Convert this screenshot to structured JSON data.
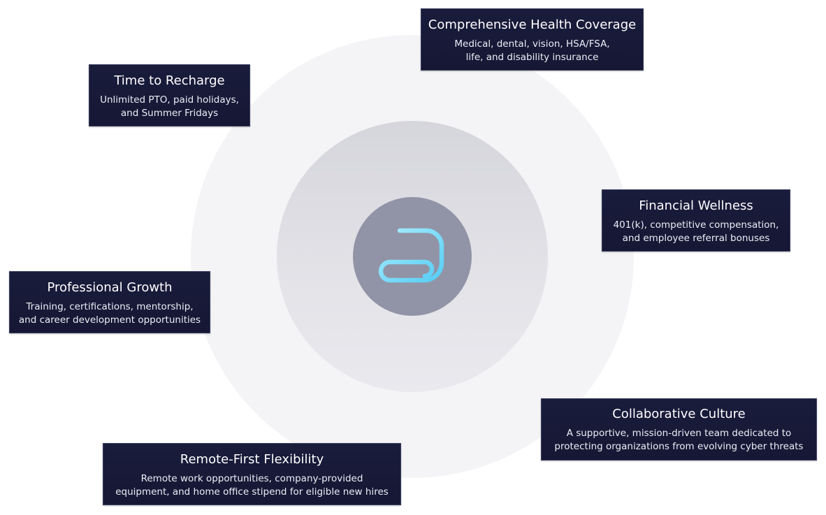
{
  "brand": {
    "logo_icon": "s-letter-logo-icon",
    "accent_color": "#6fd8f7",
    "card_color": "#171936"
  },
  "benefits": [
    {
      "title": "Comprehensive Health Coverage",
      "description_lines": [
        "Medical, dental, vision, HSA/FSA,",
        "life, and disability insurance"
      ]
    },
    {
      "title": "Time to Recharge",
      "description_lines": [
        "Unlimited PTO, paid holidays,",
        "and Summer Fridays"
      ]
    },
    {
      "title": "Financial Wellness",
      "description_lines": [
        "401(k), competitive compensation,",
        "and employee referral bonuses"
      ]
    },
    {
      "title": "Professional Growth",
      "description_lines": [
        "Training, certifications, mentorship,",
        "and career development opportunities"
      ]
    },
    {
      "title": "Collaborative Culture",
      "description_lines": [
        "A supportive, mission-driven team dedicated to",
        "protecting organizations from evolving cyber threats"
      ]
    },
    {
      "title": "Remote-First Flexibility",
      "description_lines": [
        "Remote work opportunities, company-provided",
        "equipment, and home office stipend for eligible new hires"
      ]
    }
  ]
}
